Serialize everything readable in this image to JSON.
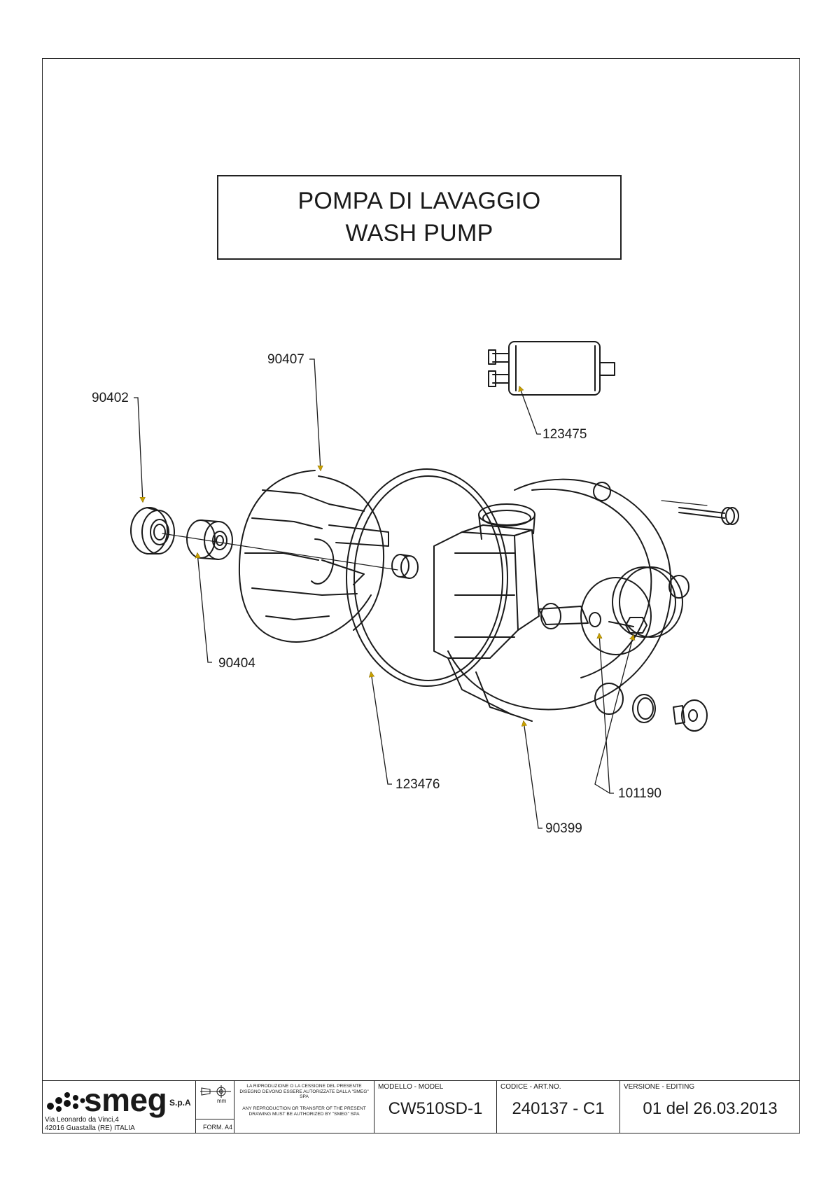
{
  "title": {
    "line1": "POMPA DI LAVAGGIO",
    "line2": "WASH PUMP"
  },
  "parts": [
    {
      "id": "90402"
    },
    {
      "id": "90407"
    },
    {
      "id": "123475"
    },
    {
      "id": "90404"
    },
    {
      "id": "123476"
    },
    {
      "id": "101190"
    },
    {
      "id": "90399"
    }
  ],
  "title_block": {
    "brand": "smeg",
    "brand_suffix": "S.p.A",
    "address_line1": "Via Leonardo da Vinci,4",
    "address_line2": "42016  Guastalla (RE) ITALIA",
    "units": "mm",
    "format": "FORM. A4",
    "notice_it": "LA RIPRODUZIONE O LA CESSIONE DEL PRESENTE DISEGNO DEVONO ESSERE AUTORIZZATE DALLA \"SMEG\" SPA",
    "notice_en": "ANY REPRODUCTION OR TRANSFER OF THE PRESENT DRAWING MUST BE AUTHORIZED BY \"SMEG\" SPA",
    "model_label": "MODELLO - MODEL",
    "model_value": "CW510SD-1",
    "code_label": "CODICE - ART.NO.",
    "code_value": "240137 - C1",
    "version_label": "VERSIONE - EDITING",
    "version_value": "01 del 26.03.2013"
  },
  "colors": {
    "line": "#1a1a1a",
    "leader_arrow": "#c8a000"
  }
}
